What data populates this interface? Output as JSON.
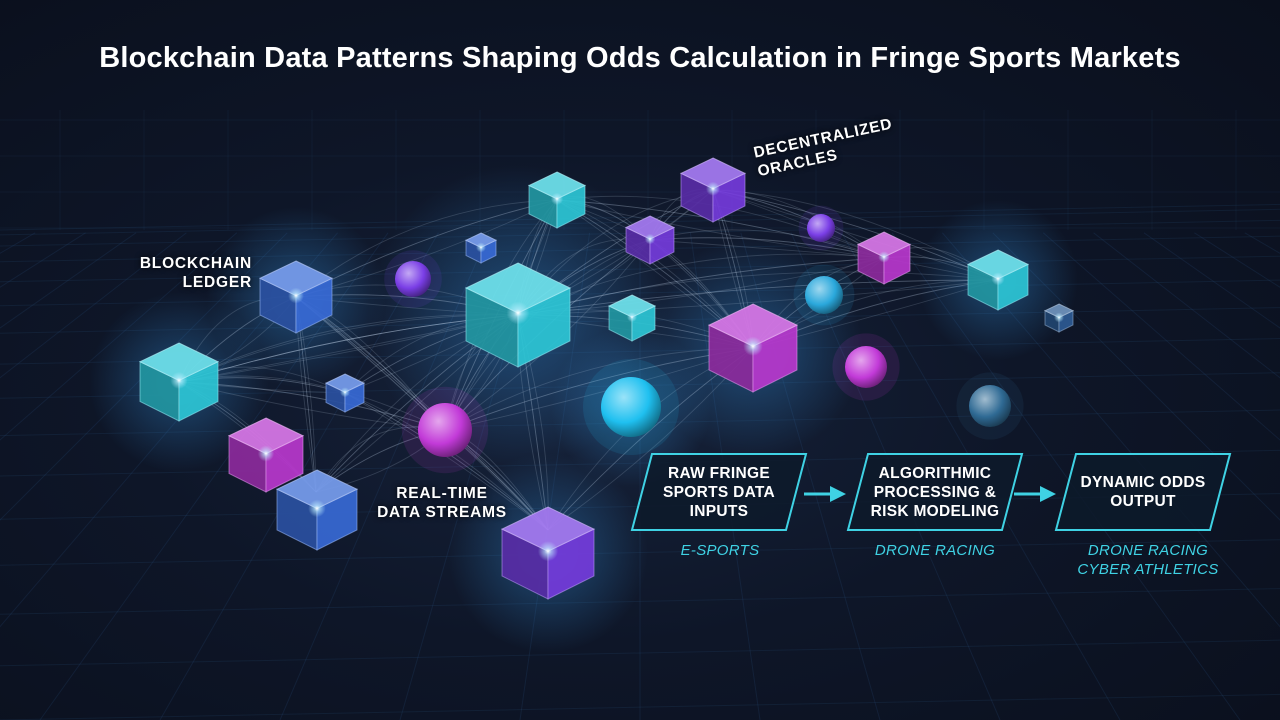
{
  "title": "Blockchain Data Patterns Shaping Odds Calculation in Fringe Sports Markets",
  "labels": {
    "ledger": [
      "BLOCKCHAIN",
      "LEDGER"
    ],
    "oracles": [
      "DECENTRALIZED",
      "ORACLES"
    ],
    "streams": [
      "REAL-TIME",
      "DATA STREAMS"
    ]
  },
  "pipeline": [
    {
      "text": [
        "RAW FRINGE",
        "SPORTS DATA",
        "INPUTS"
      ],
      "examples": [
        "E-SPORTS"
      ]
    },
    {
      "text": [
        "ALGORITHMIC",
        "PROCESSING &",
        "RISK MODELING"
      ],
      "examples": [
        "DRONE RACING"
      ]
    },
    {
      "text": [
        "DYNAMIC ODDS",
        "OUTPUT"
      ],
      "examples": [
        "DRONE RACING",
        "CYBER ATHLETICS"
      ]
    }
  ],
  "colors": {
    "background": "#0c1220",
    "cyan": "#2fd0e0",
    "blue": "#3a6fe0",
    "magenta": "#c23ad8",
    "violet": "#7a3ee6",
    "accent_text": "#3fd2e4"
  }
}
